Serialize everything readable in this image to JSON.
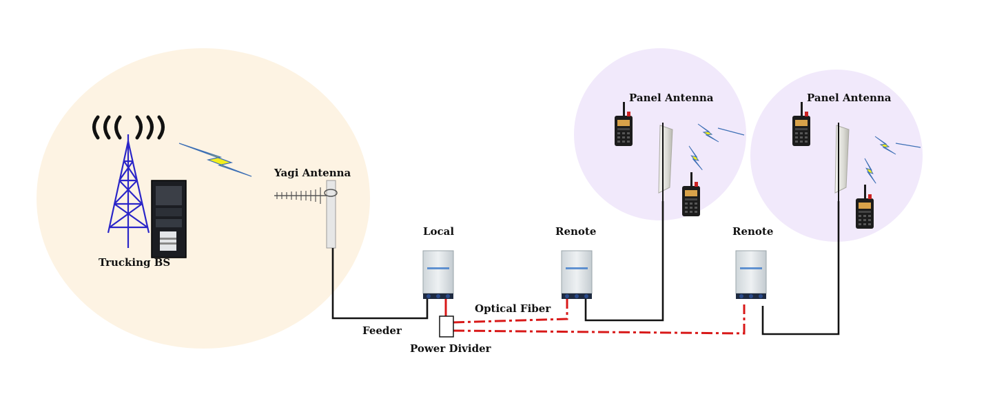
{
  "labels": {
    "trucking_bs": "Trucking BS",
    "yagi_antenna": "Yagi Antenna",
    "local": "Local",
    "remote_1": "Renote",
    "remote_2": "Renote",
    "panel_antenna_1": "Panel Antenna",
    "panel_antenna_2": "Panel Antenna",
    "optical_fiber": "Optical Fiber",
    "feeder": "Feeder",
    "power_divider": "Power Divider"
  },
  "colors": {
    "bs_zone": "#fdf3e3",
    "coverage_zone": "#f1e9fb",
    "tower": "#2a25c8",
    "fiber": "#d81818",
    "feeder": "#111111",
    "lightning": "#f2ee1e",
    "lightning_edge": "#3d6fb5",
    "unit_body": "#dfe4e7"
  },
  "icons": {
    "signal": "radio-waves-icon",
    "tower": "lattice-tower-icon",
    "cabinet": "server-cabinet-icon",
    "yagi": "yagi-antenna-icon",
    "repeater": "repeater-unit-icon",
    "panel": "panel-antenna-icon",
    "radio": "walkie-talkie-icon",
    "link": "lightning-link-icon"
  }
}
